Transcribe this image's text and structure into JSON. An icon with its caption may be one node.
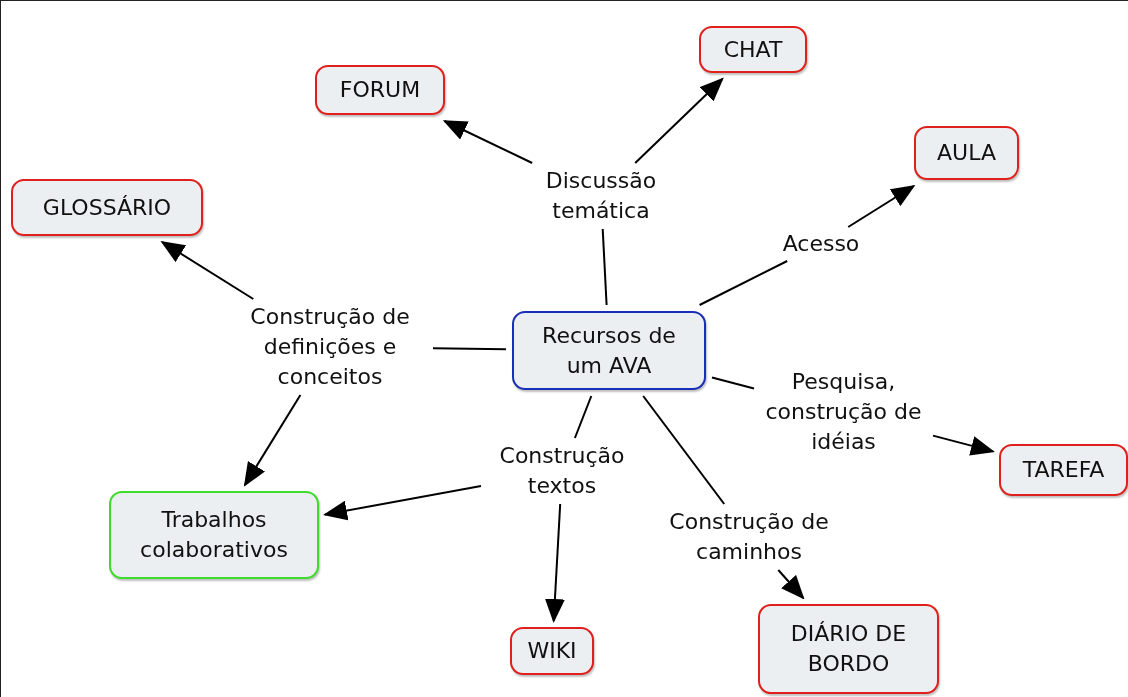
{
  "diagram": {
    "nodes": [
      {
        "text": [
          "CHAT"
        ]
      },
      {
        "text": [
          "FORUM"
        ]
      },
      {
        "text": [
          "AULA"
        ]
      },
      {
        "text": [
          "Discussão temática"
        ]
      },
      {
        "text": [
          "GLOSSÁRIO"
        ]
      },
      {
        "text": [
          "Acesso"
        ]
      },
      {
        "text": [
          "Construção de definições e conceitos"
        ]
      },
      {
        "text": [
          "Recursos de um AVA"
        ]
      },
      {
        "text": [
          "Pesquisa, construção de idéias"
        ]
      },
      {
        "text": [
          "Construção textos"
        ]
      },
      {
        "text": [
          "TAREFA"
        ]
      },
      {
        "text": [
          "Trabalhos colaborativos"
        ]
      },
      {
        "text": [
          "Construção de caminhos"
        ]
      },
      {
        "text": [
          "WIKI"
        ]
      },
      {
        "text": [
          "DIÁRIO DE BORDO"
        ]
      }
    ],
    "edges": [
      {
        "from": 7,
        "to": 3,
        "arrow": "none"
      },
      {
        "from": 3,
        "to": 1,
        "arrow": "to"
      },
      {
        "from": 3,
        "to": 0,
        "arrow": "to"
      },
      {
        "from": 7,
        "to": 5,
        "arrow": "none"
      },
      {
        "from": 5,
        "to": 2,
        "arrow": "to"
      },
      {
        "from": 7,
        "to": 6,
        "arrow": "none"
      },
      {
        "from": 6,
        "to": 4,
        "arrow": "to"
      },
      {
        "from": 6,
        "to": 11,
        "arrow": "to"
      },
      {
        "from": 7,
        "to": 8,
        "arrow": "none"
      },
      {
        "from": 8,
        "to": 10,
        "arrow": "to"
      },
      {
        "from": 7,
        "to": 9,
        "arrow": "none"
      },
      {
        "from": 9,
        "to": 11,
        "arrow": "to"
      },
      {
        "from": 9,
        "to": 13,
        "arrow": "to"
      },
      {
        "from": 7,
        "to": 12,
        "arrow": "none"
      },
      {
        "from": 12,
        "to": 14,
        "arrow": "to"
      }
    ]
  }
}
